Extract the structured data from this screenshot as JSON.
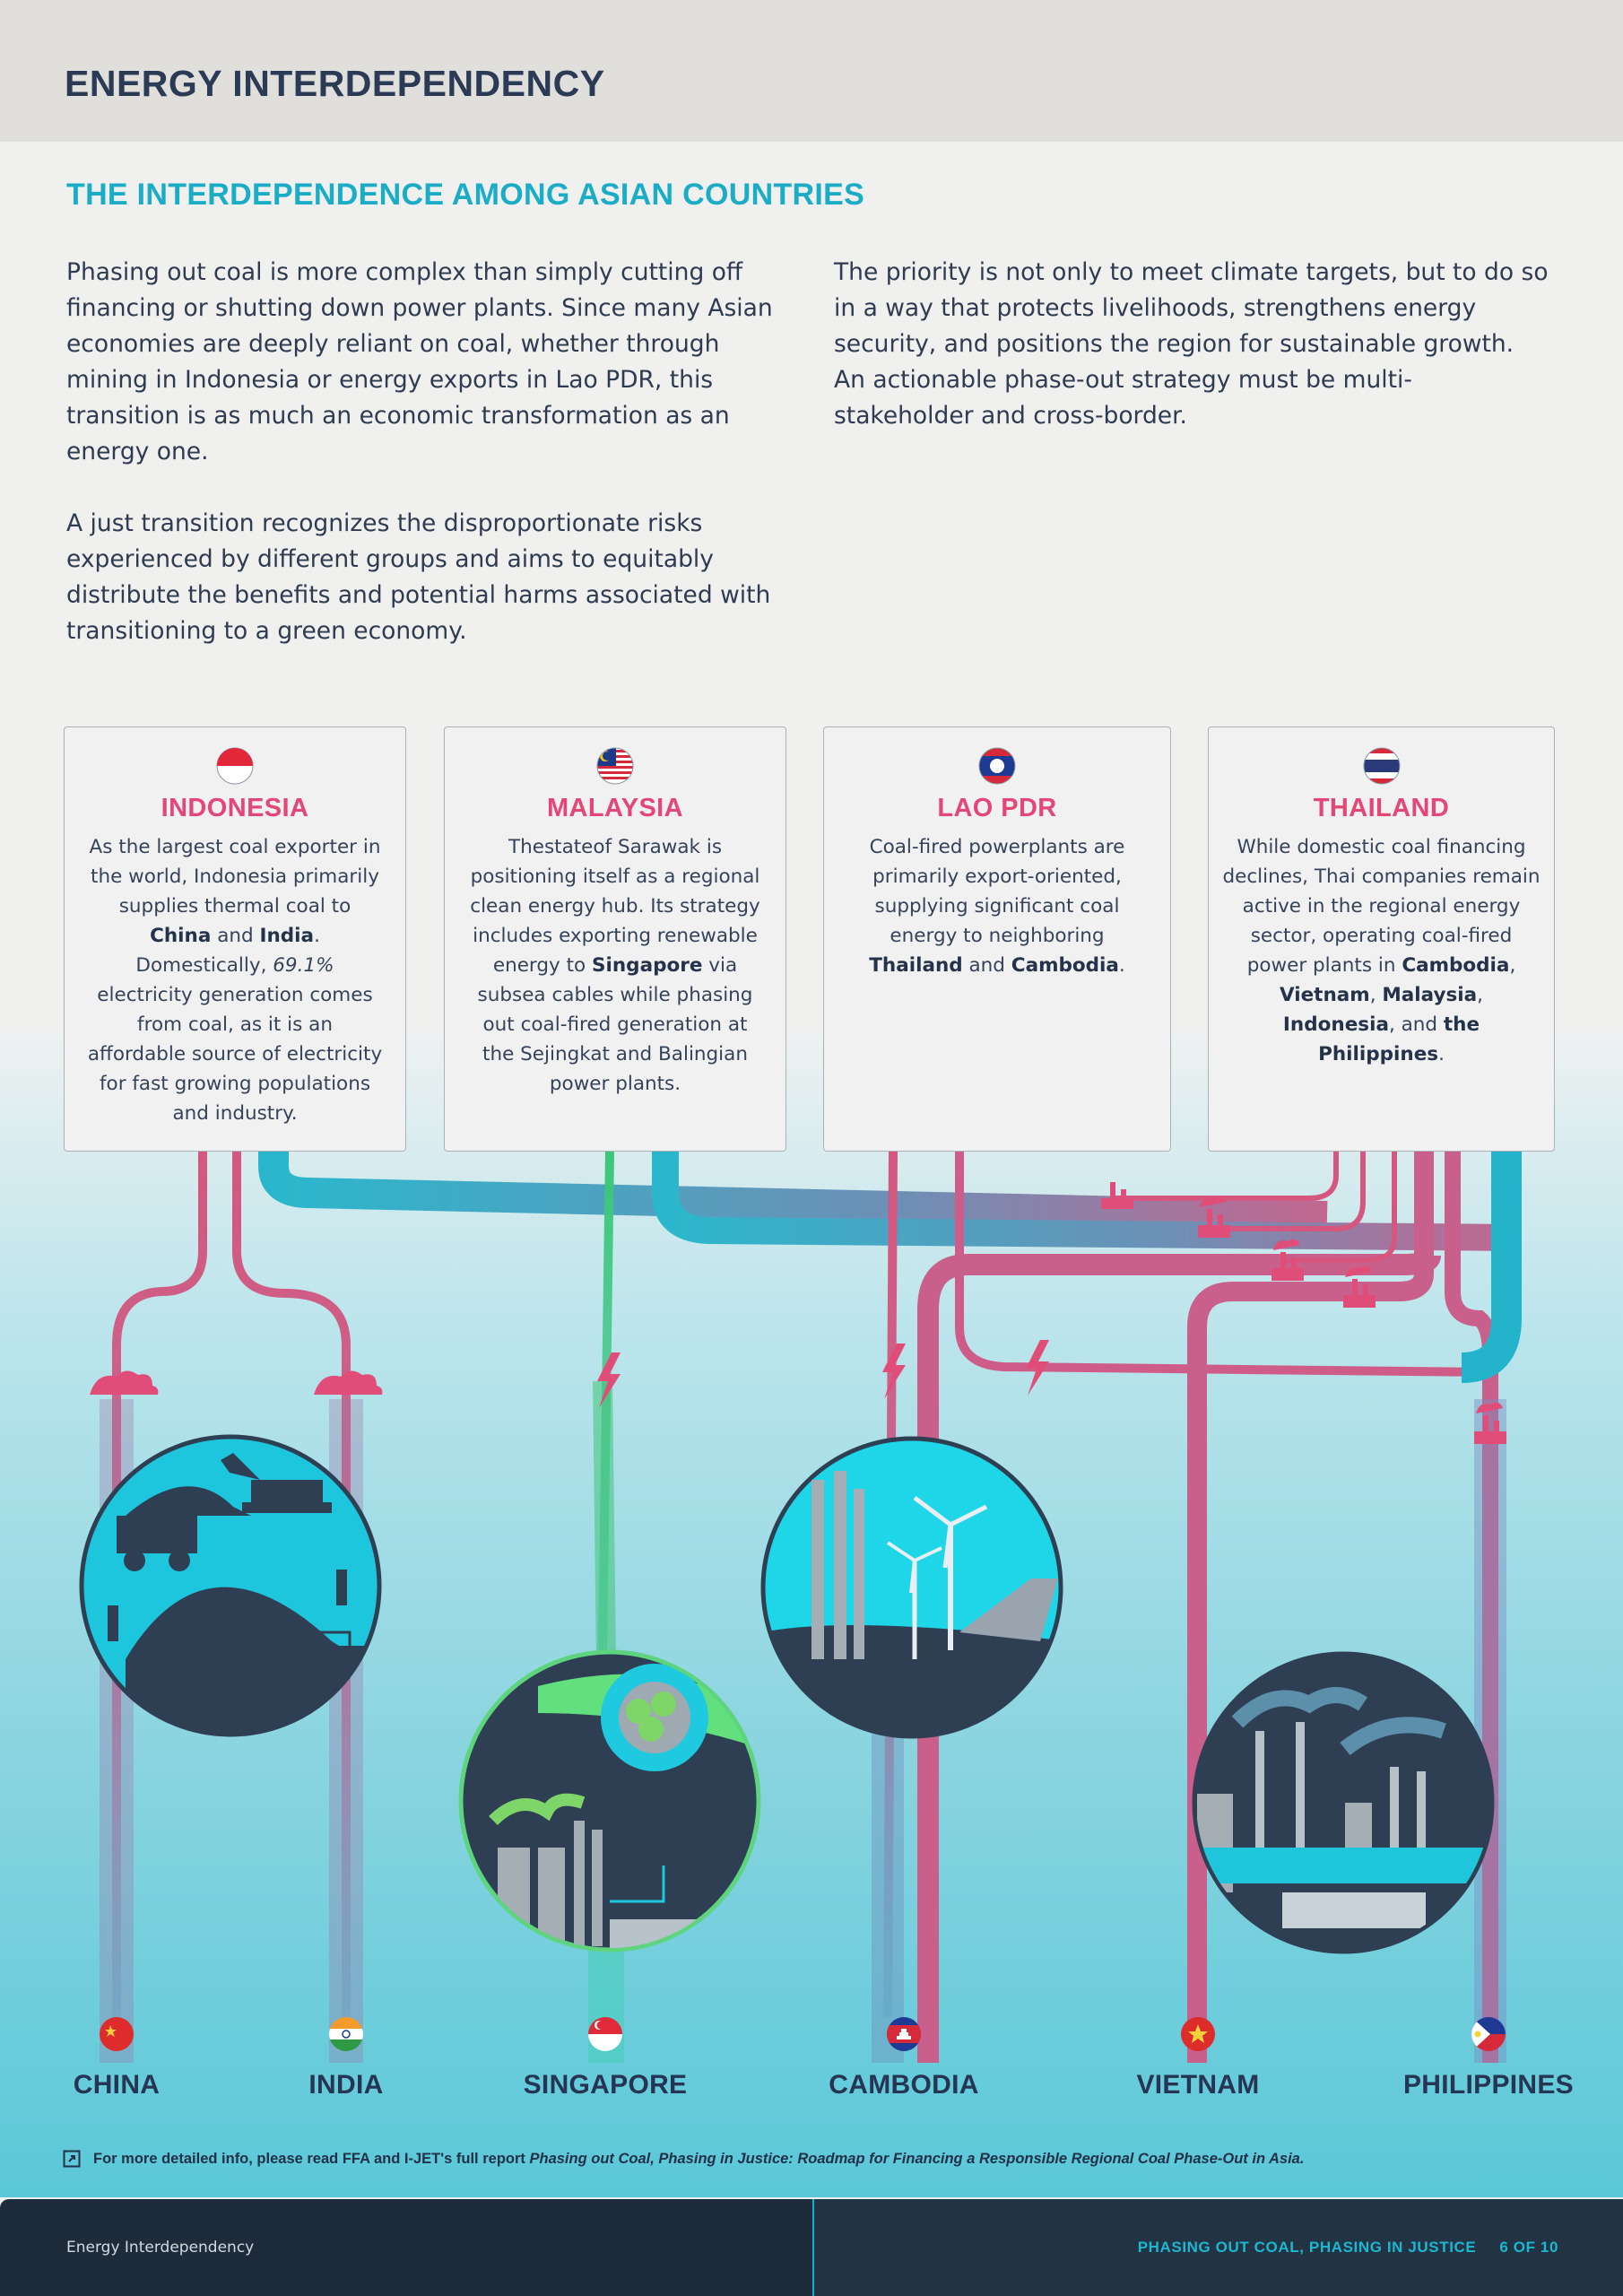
{
  "header": {
    "title": "ENERGY INTERDEPENDENCY"
  },
  "section": {
    "title": "THE INTERDEPENDENCE AMONG ASIAN COUNTRIES"
  },
  "intro": {
    "left_p1": "Phasing out coal is more complex than simply cutting off financing or shutting down power plants. Since many Asian economies are deeply reliant on coal, whether through mining in Indonesia or energy exports in Lao PDR, this transition is as much an economic transformation as an energy one.",
    "left_p2": "A just transition recognizes the disproportionate risks experienced by different groups and aims to equitably distribute the benefits and potential harms associated with transitioning to a green economy.",
    "right_p1": "The priority is not only to meet climate targets, but to do so in a way that protects livelihoods, strengthens energy security, and positions the region for sustainable growth. An actionable phase-out strategy must be multi-stakeholder and cross-border."
  },
  "cards": {
    "indonesia": {
      "title": "INDONESIA",
      "t1": "As the largest coal exporter in the world, Indonesia primarily supplies thermal coal to ",
      "b1": "China",
      "t2": " and ",
      "b2": "India",
      "t3": ". Domestically, ",
      "i1": "69.1%",
      "t4": " electricity generation comes from coal, as it is an affordable source of electricity for fast growing populations and industry."
    },
    "malaysia": {
      "title": "MALAYSIA",
      "t1": "Thestateof Sarawak is positioning itself as a regional clean energy hub. Its strategy includes exporting renewable energy to ",
      "b1": "Singapore",
      "t2": " via subsea cables while phasing out coal-fired generation at the Sejingkat and Balingian power plants."
    },
    "laos": {
      "title": "LAO PDR",
      "t1": "Coal-fired powerplants are primarily export-oriented, supplying significant coal energy to neighboring ",
      "b1": "Thailand",
      "t2": " and ",
      "b2": "Cambodia",
      "t3": "."
    },
    "thailand": {
      "title": "THAILAND",
      "t1": "While domestic coal financing declines, Thai companies remain active in the regional energy sector, operating coal-fired power plants in ",
      "b1": "Cambodia",
      "s1": ", ",
      "b2": "Vietnam",
      "s2": ", ",
      "b3": "Malaysia",
      "s3": ", ",
      "b4": "Indonesia",
      "s4": ", and ",
      "b5": "the Philippines",
      "t2": "."
    }
  },
  "destinations": [
    "CHINA",
    "INDIA",
    "SINGAPORE",
    "CAMBODIA",
    "VIETNAM",
    "PHILIPPINES"
  ],
  "note": {
    "lead": "For more detailed info, please read FFA and I-JET's full report ",
    "report": "Phasing out Coal, Phasing in Justice: Roadmap for Financing a Responsible Regional Coal Phase-Out in Asia."
  },
  "footer": {
    "left": "Energy Interdependency",
    "right": "PHASING OUT COAL, PHASING IN JUSTICE",
    "page": "6 OF 10"
  },
  "colors": {
    "heading": "#2b3a55",
    "accent_teal": "#1bacc6",
    "card_title_pink": "#e44678",
    "coal_flow": "#d45a84",
    "gas_flow": "#2bb9cf",
    "renewable_flow": "#3fc476"
  },
  "icons": [
    "external-link-icon",
    "coal-pile-icon",
    "lightning-icon",
    "power-plant-icon"
  ]
}
